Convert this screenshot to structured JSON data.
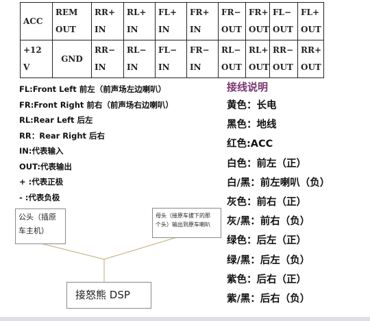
{
  "table": {
    "row1": [
      {
        "l1": "ACC"
      },
      {
        "l1": "REM",
        "l2": "OUT"
      },
      {
        "l1": "RR+",
        "l2": "IN"
      },
      {
        "l1": "RL+",
        "l2": "IN"
      },
      {
        "l1": "FL+",
        "l2": "IN"
      },
      {
        "l1": "FR+",
        "l2": "IN"
      },
      {
        "l1": "FR−",
        "l2": "OUT"
      },
      {
        "l1": "FR+",
        "l2": "OUT"
      },
      {
        "l1": "FL−",
        "l2": "OUT"
      },
      {
        "l1": "FL+",
        "l2": "OUT"
      }
    ],
    "row2": [
      {
        "l1": "+12",
        "l2": "V"
      },
      {
        "l1": "GND"
      },
      {
        "l1": "RR−",
        "l2": "IN"
      },
      {
        "l1": "RL−",
        "l2": "IN"
      },
      {
        "l1": "FL−",
        "l2": "IN"
      },
      {
        "l1": "FR−",
        "l2": "IN"
      },
      {
        "l1": "RL−",
        "l2": "OUT"
      },
      {
        "l1": "RL+",
        "l2": "OUT"
      },
      {
        "l1": "RR−",
        "l2": "OUT"
      },
      {
        "l1": "RR+",
        "l2": "OUT"
      }
    ]
  },
  "legend": [
    "FL:Front Left  前左（前声场左边喇叭）",
    "FR:Front Right 前右（前声场右边喇叭）",
    "RL:Rear Left 后左",
    "RR：Rear Right 后右",
    "IN:代表输入",
    "OUT:代表输出",
    "+  :代表正极",
    "-  :代表负极"
  ],
  "wires": {
    "title": "接线说明",
    "items": [
      "黄色：长电",
      "黑色：地线",
      "红色:ACC",
      "白色：前左（正）",
      "白/黑：前左喇叭（负）",
      "灰色：前右（正）",
      "灰/黑：前右（负）",
      "绿色：后左（正）",
      "绿/黑：后左（负）",
      "紫色：后右（正）",
      "紫/黑：后右（负）"
    ]
  },
  "diagram": {
    "male_line1": "公头（插原",
    "male_line2": "车主机）",
    "female_line1": "母头（接原车拔下的那",
    "female_line2": "个头）输出到原车喇叭",
    "dsp": "接怒熊 DSP"
  },
  "colors": {
    "text": "#111111",
    "title": "#7a3570",
    "border": "#222222",
    "strip": "#dfe0e6"
  }
}
